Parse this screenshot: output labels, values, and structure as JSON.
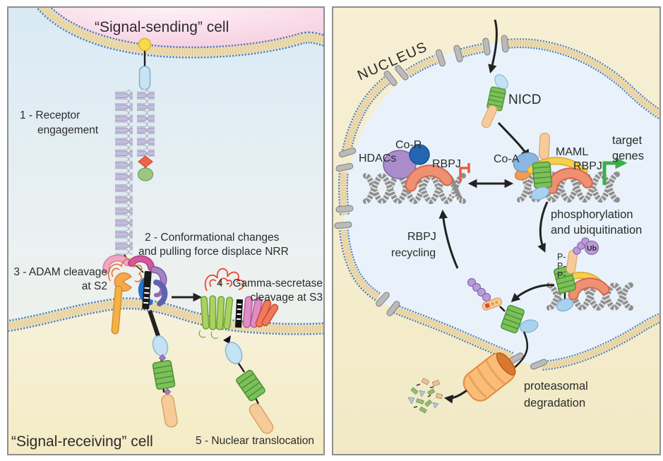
{
  "palette": {
    "membrane_blue": "#4d7fba",
    "membrane_tan": "#eeddb0",
    "nucleus_interior": "#e9f2fa",
    "cytoplasm_beige": "#f4ecce",
    "sending_cell_pink": "#f8d4e3",
    "receiving_cell_cream": "#f5eecd",
    "ank_green": "#7cc158",
    "pest_tan": "#f6cb9a",
    "ram_blue": "#c3e2f4",
    "rbpj_salmon": "#f09072",
    "maml_yellow": "#f6cf4e",
    "coa_blue": "#8ab6e2",
    "cor_darkblue": "#2466b0",
    "hdac_purple": "#a98cc9",
    "ub_purple": "#b99cd6",
    "inhibit_red": "#f05a3c",
    "transcribe_green": "#3fae49",
    "proteasome_orange": "#f9bd79",
    "adam_orange": "#f6a94f"
  },
  "left_panel": {
    "sending_cell_label": "“Signal-sending” cell",
    "receiving_cell_label": "“Signal-receiving” cell",
    "step1_line1": "1 - Receptor",
    "step1_line2": "engagement",
    "step2_line1": "2 - Conformational changes",
    "step2_line2": "and pulling force displace NRR",
    "step3_line1": "3 - ADAM cleavage",
    "step3_line2": "at S2",
    "step4_line1": "4 - Gamma-secretase",
    "step4_line2": "cleavage at S3",
    "step5": "5 - Nuclear translocation"
  },
  "right_panel": {
    "nucleus": "NUCLEUS",
    "nicd": "NICD",
    "hdacs": "HDACs",
    "co_r": "Co-R",
    "rbpj_repressed": "RBPJ",
    "co_a": "Co-A",
    "maml": "MAML",
    "rbpj_active": "RBPJ",
    "target_line1": "target",
    "target_line2": "genes",
    "phospho_line1": "phosphorylation",
    "phospho_line2": "and ubiquitination",
    "recycling_line1": "RBPJ",
    "recycling_line2": "recycling",
    "p1": "P-",
    "p2": "P-",
    "p3": "P-",
    "ub": "Ub",
    "proteasome_line1": "proteasomal",
    "proteasome_line2": "degradation"
  }
}
